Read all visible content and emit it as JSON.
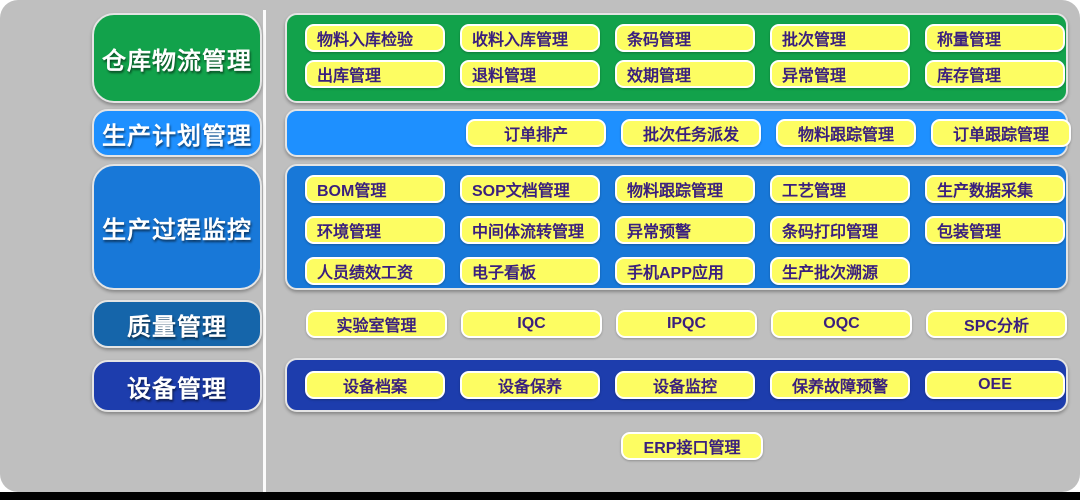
{
  "colors": {
    "canvas_bg": "#BFBFBF",
    "green": "#12A24B",
    "light_blue": "#1E90FF",
    "medium_blue": "#1878D8",
    "steel_blue": "#1565AA",
    "navy_blue": "#1D3DAD",
    "button_bg": "#FDFD62",
    "button_text": "#3A1F7E",
    "bottom_bar": "#000000",
    "divider": "#FBFBFB"
  },
  "sidebar": {
    "items": [
      {
        "label": "仓库物流管理"
      },
      {
        "label": "生产计划管理"
      },
      {
        "label": "生产过程监控"
      },
      {
        "label": "质量管理"
      },
      {
        "label": "设备管理"
      }
    ]
  },
  "main": {
    "warehouse": {
      "rows": [
        [
          "物料入库检验",
          "收料入库管理",
          "条码管理",
          "批次管理",
          "称量管理"
        ],
        [
          "出库管理",
          "退料管理",
          "效期管理",
          "异常管理",
          "库存管理"
        ]
      ]
    },
    "planning": {
      "buttons": [
        "订单排产",
        "批次任务派发",
        "物料跟踪管理",
        "订单跟踪管理"
      ]
    },
    "process": {
      "rows": [
        [
          "BOM管理",
          "SOP文档管理",
          "物料跟踪管理",
          "工艺管理",
          "生产数据采集"
        ],
        [
          "环境管理",
          "中间体流转管理",
          "异常预警",
          "条码打印管理",
          "包装管理"
        ],
        [
          "人员绩效工资",
          "电子看板",
          "手机APP应用",
          "生产批次溯源"
        ]
      ]
    },
    "quality": {
      "buttons": [
        "实验室管理",
        "IQC",
        "IPQC",
        "OQC",
        "SPC分析"
      ]
    },
    "equipment": {
      "buttons": [
        "设备档案",
        "设备保养",
        "设备监控",
        "保养故障预警",
        "OEE"
      ]
    },
    "erp": {
      "label": "ERP接口管理"
    }
  }
}
